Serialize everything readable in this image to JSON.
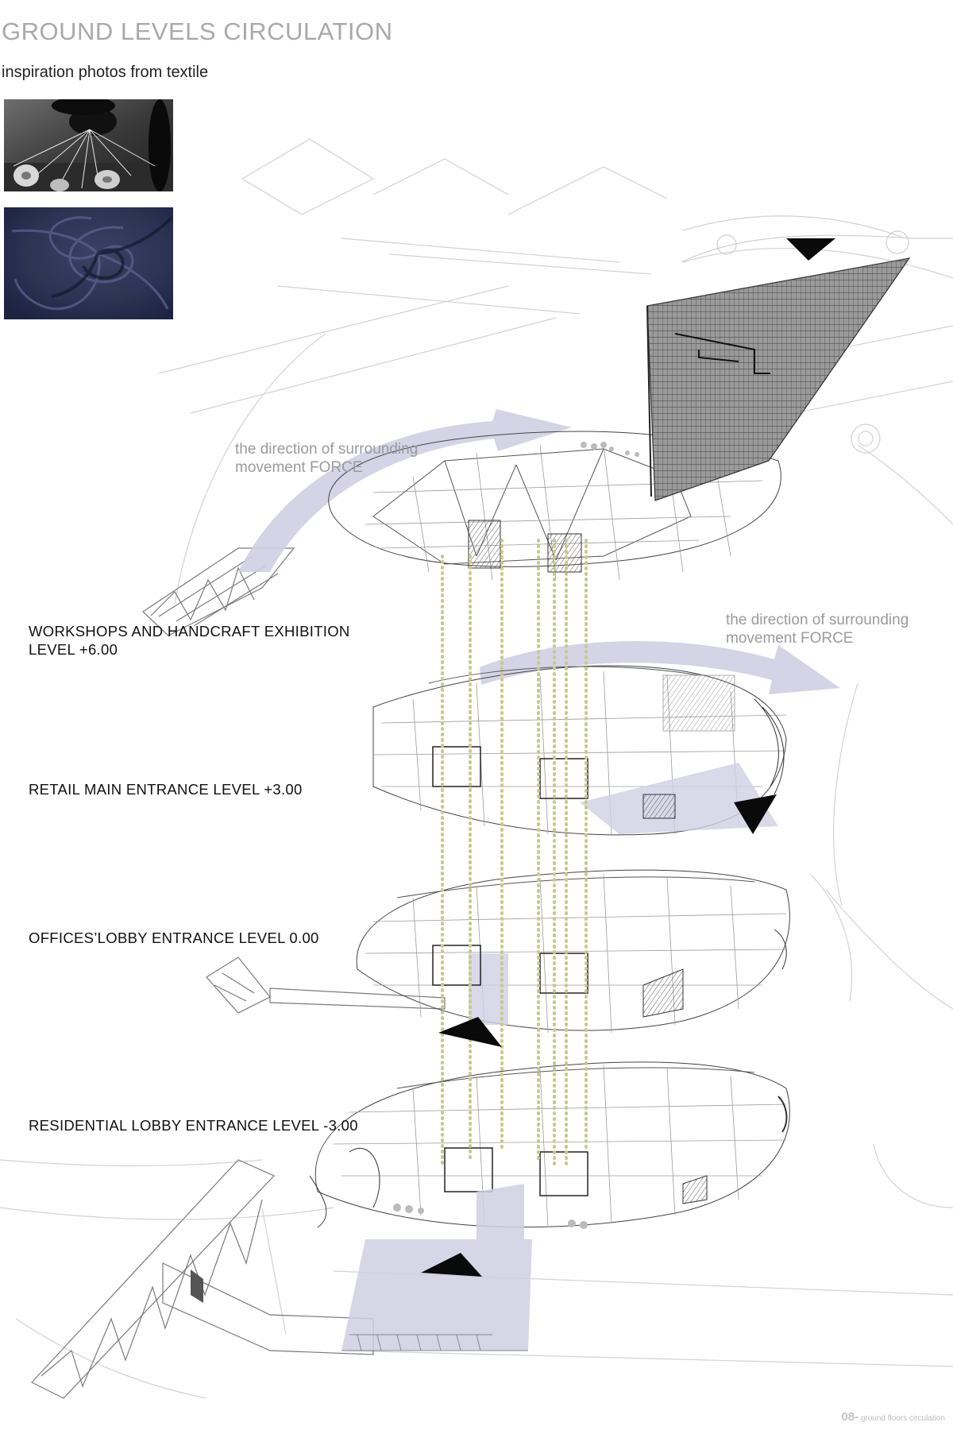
{
  "header": {
    "title": "GROUND LEVELS CIRCULATION",
    "subtitle": "inspiration photos from textile"
  },
  "levels": [
    {
      "line1": "WORKSHOPS AND HANDCRAFT EXHIBITION",
      "line2": "LEVEL +6.00"
    },
    {
      "line1": "RETAIL MAIN ENTRANCE LEVEL +3.00"
    },
    {
      "line1": "OFFICES’LOBBY ENTRANCE LEVEL  0.00"
    },
    {
      "line1": "RESIDENTIAL LOBBY ENTRANCE LEVEL  -3.00"
    }
  ],
  "annotations": {
    "force_line1": "the direction of surrounding",
    "force_line2": "movement FORCE"
  },
  "footer": {
    "page_number": "08-",
    "page_label": "ground floors circulation"
  },
  "colors": {
    "arrow_fill": "#cfcfe3",
    "circulation_dots": "#c9c98a",
    "linework": "#555555",
    "title_gray": "#a9a9a9"
  }
}
